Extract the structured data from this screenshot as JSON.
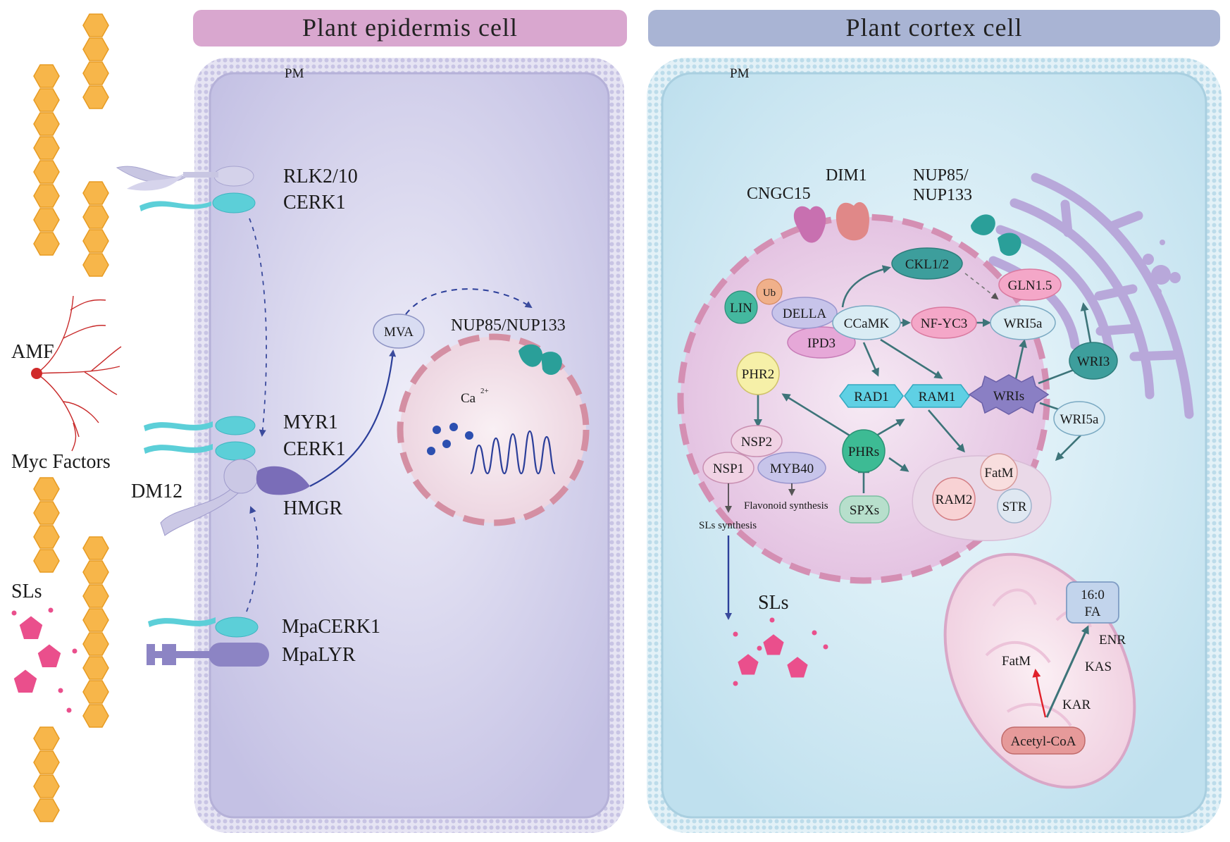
{
  "headers": {
    "epidermis": "Plant epidermis cell",
    "cortex": "Plant cortex cell"
  },
  "epidermis": {
    "pm": "PM",
    "rlk": "RLK2/10",
    "cerk1_top": "CERK1",
    "myr1": "MYR1",
    "cerk1_mid": "CERK1",
    "dm12": "DM12",
    "hmgr": "HMGR",
    "mva": "MVA",
    "nup": "NUP85/NUP133",
    "ca": "Ca",
    "ca_sup": "2+",
    "mpacerk1": "MpaCERK1",
    "mpalyr": "MpaLYR"
  },
  "outside": {
    "amf": "AMF",
    "myc_factors": "Myc Factors",
    "sls": "SLs"
  },
  "cortex": {
    "pm": "PM",
    "cngc15": "CNGC15",
    "dim1": "DIM1",
    "nup_line1": "NUP85/",
    "nup_line2": "NUP133",
    "ckl": "CKL1/2",
    "gln": "GLN1.5",
    "ub": "Ub",
    "lin": "LIN",
    "della": "DELLA",
    "ccamk": "CCaMK",
    "nfyc3": "NF-YC3",
    "wri5a_top": "WRI5a",
    "ipd3": "IPD3",
    "wri3": "WRI3",
    "phr2": "PHR2",
    "rad1": "RAD1",
    "ram1": "RAM1",
    "wris": "WRIs",
    "wri5a_mid": "WRI5a",
    "nsp2": "NSP2",
    "nsp1": "NSP1",
    "myb40": "MYB40",
    "phrs": "PHRs",
    "spxs": "SPXs",
    "flavonoid": "Flavonoid synthesis",
    "sls_synthesis": "SLs synthesis",
    "fatm_nuc": "FatM",
    "ram2": "RAM2",
    "str": "STR",
    "sls": "SLs",
    "fa_line1": "16:0",
    "fa_line2": "FA",
    "enr": "ENR",
    "kas": "KAS",
    "kar": "KAR",
    "fatm_mito": "FatM",
    "acetyl": "Acetyl-CoA"
  },
  "colors": {
    "epidermis_header": "#d9a7cf",
    "cortex_header": "#a9b4d4",
    "epidermis_cell": "#cfcde8",
    "cortex_cell": "#cfe6f0",
    "nucleus": "#e9cde4",
    "cyan_receptor": "#5ccfd8",
    "hexagon": "#f7b64a",
    "pentagon": "#ea4f8c",
    "teal": "#2aa7a0"
  }
}
